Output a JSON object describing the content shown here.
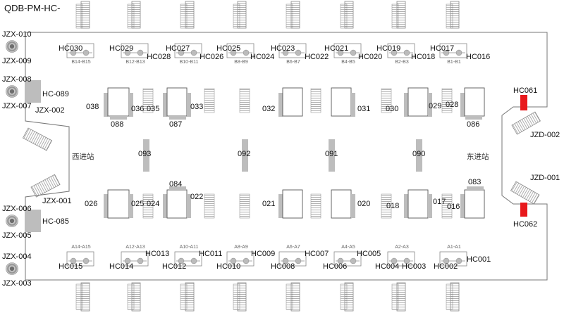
{
  "title": "QDB-PM-HC-",
  "west_station": "西进站",
  "east_station": "东进站",
  "west_jzx": [
    {
      "a": "JZX-010",
      "b": "JZX-009"
    },
    {
      "a": "JZX-008",
      "b": "JZX-007"
    },
    {
      "a": "JZX-006",
      "b": "JZX-005"
    },
    {
      "a": "JZX-004",
      "b": "JZX-003"
    }
  ],
  "west_labels": {
    "hc089": "HC-089",
    "jzx002": "JZX-002",
    "hc085": "HC-085",
    "jzx001": "JZX-001"
  },
  "east_labels": {
    "hc061": "HC061",
    "jzd002": "JZD-002",
    "jzd001": "JZD-001",
    "hc062": "HC062"
  },
  "accent_color": "#e8191c",
  "top_row": {
    "ranges": [
      "B14-B15",
      "B12-B13",
      "B10-B11",
      "B8-B9",
      "B6-B7",
      "B4-B5",
      "B2-B3",
      "B1-B1"
    ],
    "hc": [
      "HC030",
      "HC029",
      "HC028",
      "HC027",
      "HC026",
      "HC025",
      "HC024",
      "HC023",
      "HC022",
      "HC021",
      "HC020",
      "HC019",
      "HC018",
      "HC017",
      "HC016"
    ]
  },
  "bottom_row": {
    "ranges": [
      "A14-A15",
      "A12-A13",
      "A10-A11",
      "A8-A9",
      "A6-A7",
      "A4-A5",
      "A2-A3",
      "A1-A1"
    ],
    "hc": [
      "HC015",
      "HC014",
      "HC013",
      "HC012",
      "HC011",
      "HC010",
      "HC009",
      "HC008",
      "HC007",
      "HC006",
      "HC005",
      "HC004",
      "HC003",
      "HC002",
      "HC001"
    ]
  },
  "upper_nums": [
    "038",
    "036",
    "035",
    "033",
    "032",
    "031",
    "030",
    "029",
    "028"
  ],
  "upper_sub": [
    "088",
    "087",
    "086"
  ],
  "middle_nums": [
    "093",
    "092",
    "091",
    "090"
  ],
  "lower_nums": [
    "026",
    "025",
    "024",
    "022",
    "021",
    "020",
    "018",
    "017",
    "016"
  ],
  "lower_sub": [
    "084",
    "083"
  ]
}
